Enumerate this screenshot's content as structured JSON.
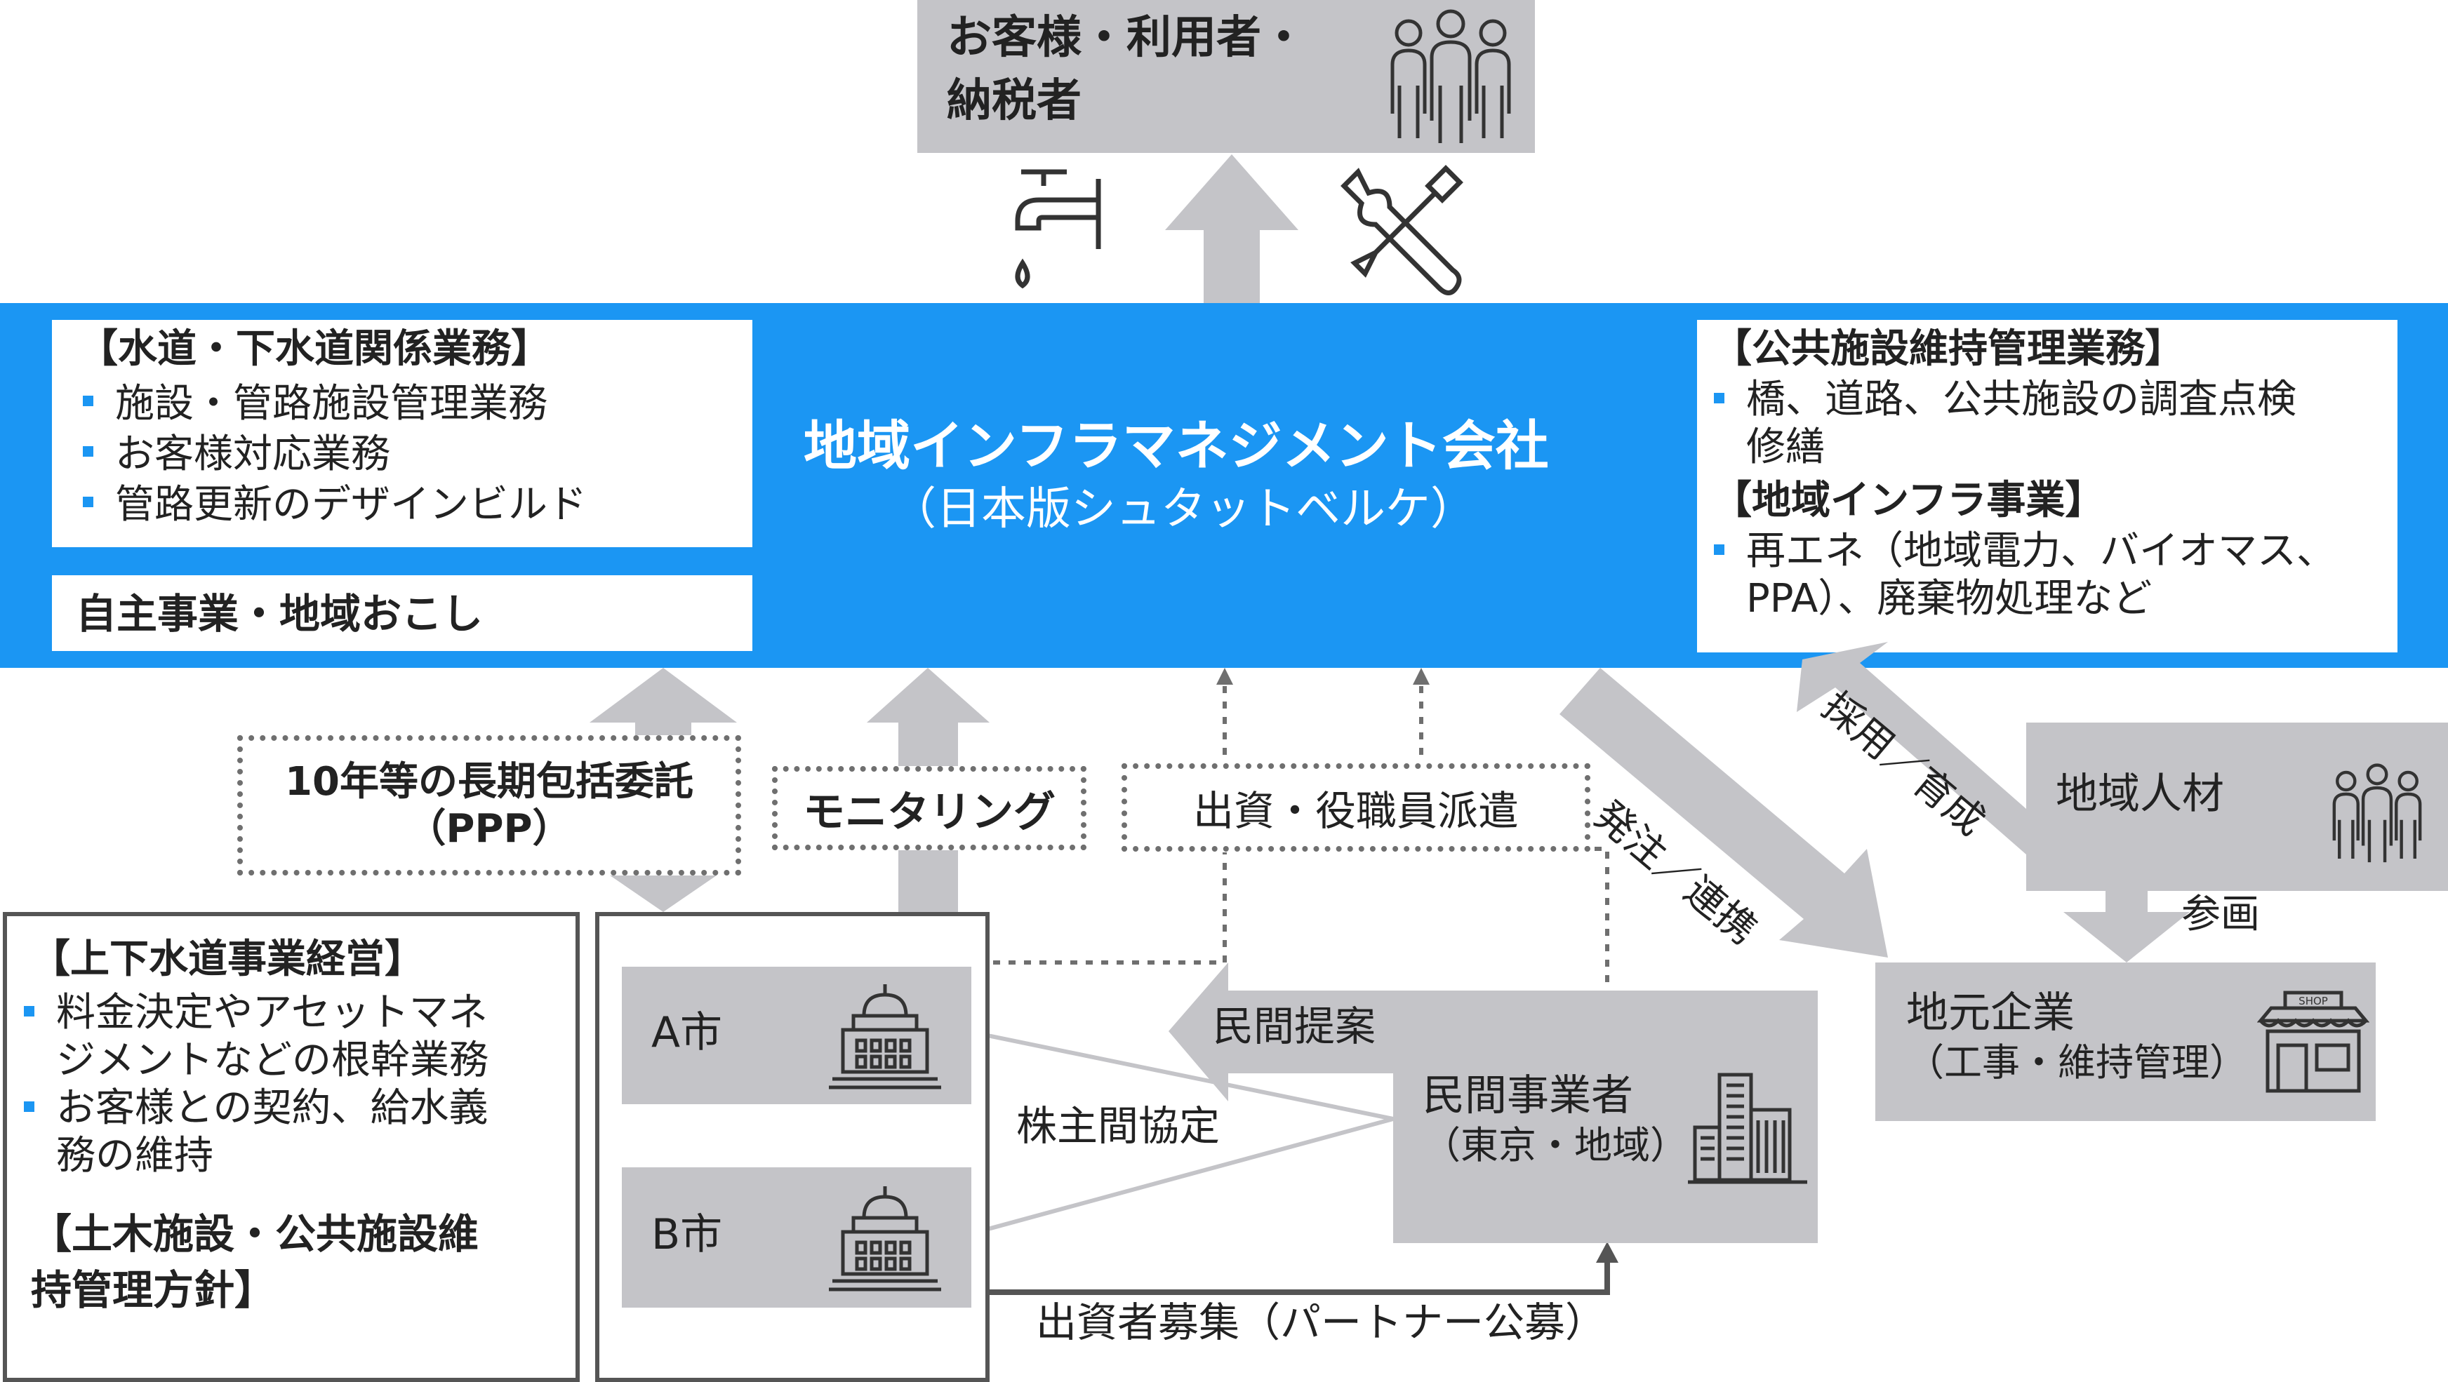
{
  "top_box": {
    "title_line1": "お客様・利用者・",
    "title_line2": "納税者"
  },
  "central": {
    "title": "地域インフラマネジメント会社",
    "subtitle": "（日本版シュタットベルケ）"
  },
  "left_panel": {
    "heading": "【水道・下水道関係業務】",
    "items": [
      "施設・管路施設管理業務",
      "お客様対応業務",
      "管路更新のデザインビルド"
    ],
    "extra": "自主事業・地域おこし"
  },
  "right_panel": {
    "heading1": "【公共施設維持管理業務】",
    "items1": [
      "橋、道路、公共施設の調査点検",
      "修繕"
    ],
    "heading2": "【地域インフラ事業】",
    "items2": [
      "再エネ（地域電力、バイオマス、",
      "PPA）、廃棄物処理など"
    ]
  },
  "labels": {
    "ppp_line1": "10年等の長期包括委託",
    "ppp_line2": "（PPP）",
    "monitoring": "モニタリング",
    "investment": "出資・役職員派遣",
    "order": "発注／連携",
    "hiring": "採用／育成",
    "participation": "参画",
    "private_proposal": "民間提案",
    "shareholders": "株主間協定",
    "recruit": "出資者募集（パートナー公募）"
  },
  "municipal_box": {
    "heading1": "【上下水道事業経営】",
    "items": [
      "料金決定やアセットマネ",
      "ジメントなどの根幹業務",
      "お客様との契約、給水義",
      "務の維持"
    ],
    "heading2_line1": "【土木施設・公共施設維",
    "heading2_line2": "持管理方針】"
  },
  "cities": {
    "a": "A市",
    "b": "B市"
  },
  "private_company": {
    "name": "民間事業者",
    "sub": "（東京・地域）"
  },
  "local_talent": {
    "name": "地域人材"
  },
  "local_company": {
    "name": "地元企業",
    "sub": "（工事・維持管理）",
    "shop_sign": "SHOP"
  },
  "colors": {
    "blue": "#1b96f3",
    "grey": "#c4c4c8",
    "dark_border": "#555555"
  },
  "icons": [
    "people-icon",
    "faucet-icon",
    "tools-icon",
    "city-hall-icon",
    "office-building-icon",
    "shop-icon"
  ]
}
